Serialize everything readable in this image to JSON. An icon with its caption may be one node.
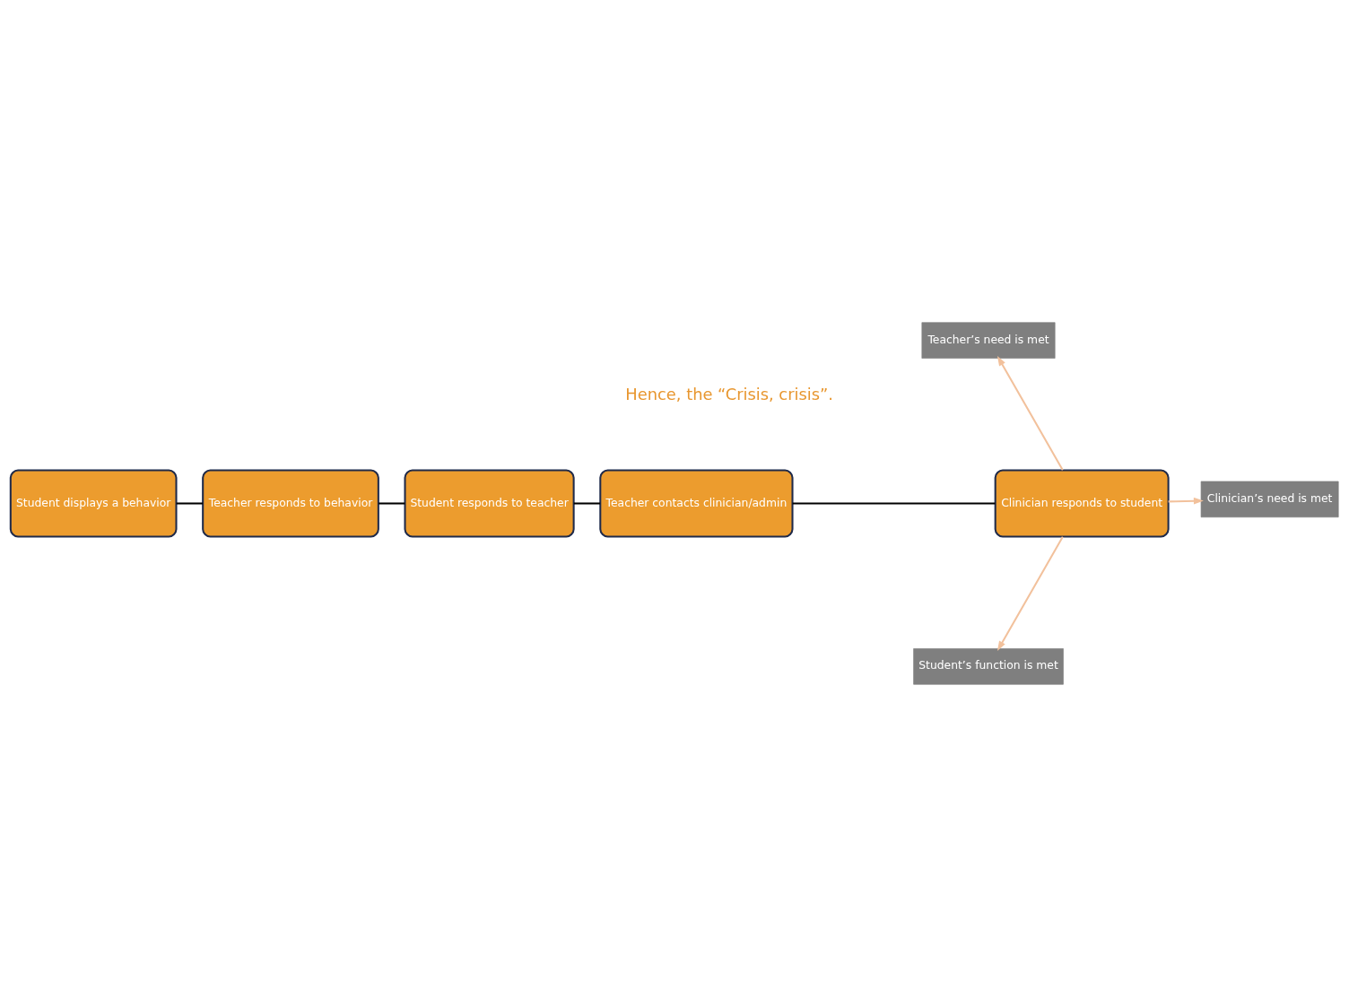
{
  "diagram": {
    "nodes": [
      {
        "text": [
          "Student displays a behavior"
        ]
      },
      {
        "text": [
          "Teacher responds to behavior"
        ]
      },
      {
        "text": [
          "Student responds to teacher"
        ]
      },
      {
        "text": [
          "Teacher contacts clinician/admin"
        ]
      },
      {
        "text": [
          "Clinician responds to student"
        ]
      },
      {
        "text": [
          "Student’s function is met"
        ]
      },
      {
        "text": [
          "Clinician’s need is met"
        ]
      },
      {
        "text": [
          "Teacher’s need is met"
        ]
      }
    ],
    "edges": [
      {
        "from": 0,
        "to": 1,
        "arrow": "none"
      },
      {
        "from": 1,
        "to": 2,
        "arrow": "none"
      },
      {
        "from": 2,
        "to": 3,
        "arrow": "none"
      },
      {
        "from": 3,
        "to": 4,
        "arrow": "none"
      },
      {
        "from": 4,
        "to": 5,
        "arrow": "to",
        "color": "#f2c19c"
      },
      {
        "from": 4,
        "to": 6,
        "arrow": "to",
        "color": "#f2c19c"
      },
      {
        "from": 4,
        "to": 7,
        "arrow": "to",
        "color": "#f2c19c"
      }
    ],
    "labels": [
      "Hence, the “Crisis, crisis”."
    ]
  }
}
